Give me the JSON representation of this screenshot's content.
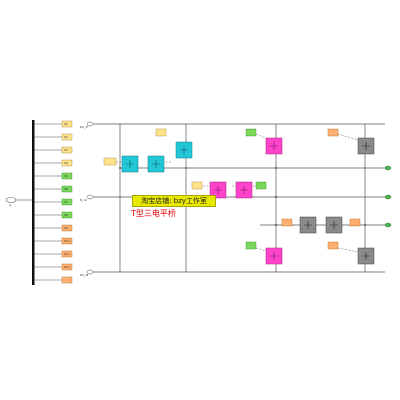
{
  "diagram": {
    "banner_text": "淘宝店铺: bzy工作室",
    "caption_text": "T型三电平桥",
    "port_labels": [
      "DC_P",
      "N_dc",
      "DC_N"
    ],
    "goto_labels": [
      "S1",
      "S2",
      "S3",
      "S4",
      "S5",
      "S6",
      "S7",
      "S8",
      "S9",
      "S10",
      "S11",
      "S12"
    ],
    "mux_label": "g",
    "colors": {
      "cyan": "#22c7d6",
      "magenta": "#ff44cc",
      "gray": "#8a8a8a",
      "from_yellow": "#ffe38a",
      "from_green": "#7ad85a",
      "from_orange": "#ffb070",
      "wire": "#555555",
      "dashed": "#666666",
      "banner": "#e8e800",
      "caption": "#e60000"
    }
  }
}
